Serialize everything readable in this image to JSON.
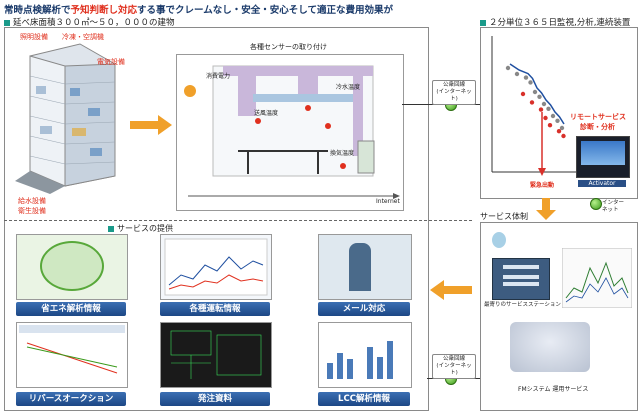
{
  "headline": {
    "prefix": "常時点検解析で",
    "emphasis": "予知判断し対応",
    "suffix": "する事でクレームなし・安全・安心そして適正な費用効果が"
  },
  "building_caption": "延べ床面積３００㎡～５０，０００の建物",
  "building_labels": {
    "lighting": "照明設備",
    "hvac": "冷凍・空調機",
    "electric": "電気設備",
    "water": "給水設備",
    "sanitation": "衛生設備"
  },
  "sensor_box": {
    "title": "各種センサーの取り付け",
    "power": "消費電力",
    "cold_water": "冷水温度",
    "return_temp": "送風温度",
    "exhaust_temp": "換気温度",
    "internet": "Internet"
  },
  "network_bubbles": {
    "top": "公衆回線\n(インターネット)",
    "bottom": "公衆回線\n(インターネット)",
    "right": "インター\nネット"
  },
  "monitor_panel": {
    "title": "２分単位３６５日監視,分析,連続装置",
    "remote": "リモートサービス",
    "diagnosis": "診断・分析",
    "emergency": "緊急出動",
    "activator": "Activator"
  },
  "service_header": "サービスの提供",
  "service_system": "サービス体制",
  "service_station": "最寄りのサービスステーション",
  "fm_system": "FMシステム 運用サービス",
  "cards": [
    {
      "label": "省エネ解析情報"
    },
    {
      "label": "各種運転情報"
    },
    {
      "label": "メール対応"
    },
    {
      "label": "リバースオークション"
    },
    {
      "label": "発注資料"
    },
    {
      "label": "LCC解析情報"
    }
  ],
  "chart_data": {
    "type": "scatter",
    "title": "",
    "xlabel": "",
    "ylabel": "",
    "series": [
      {
        "values_x": [
          2,
          3,
          4,
          4.5,
          5,
          5.5,
          6,
          6.5,
          7,
          7.5,
          8
        ],
        "values_y": [
          9,
          8.5,
          8.2,
          7.8,
          7,
          6.6,
          6,
          5.6,
          5,
          4.6,
          4
        ]
      },
      {
        "values_x": [
          3,
          4,
          5,
          5.5,
          6,
          7,
          7.5
        ],
        "values_y": [
          6.5,
          5.8,
          5.2,
          4.5,
          3.9,
          3.4,
          3
        ]
      }
    ],
    "grid": false,
    "legend": "none",
    "colors": {
      "points": "#d8302a",
      "curve": "#1f4fa0",
      "gray_points": "#888888"
    }
  },
  "colors": {
    "accent_blue": "#1c4785",
    "accent_orange": "#f0a02a",
    "accent_red": "#e0301e",
    "teal": "#1a9a8a"
  }
}
